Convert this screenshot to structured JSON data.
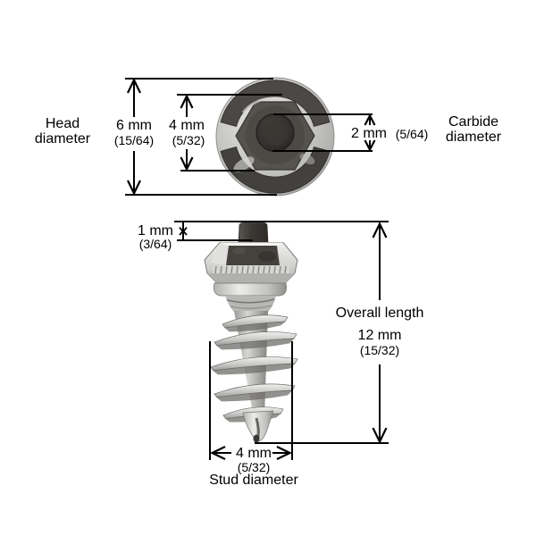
{
  "page": {
    "background": "#ffffff",
    "line_color": "#000000",
    "metal_color": "#c6c6c4",
    "carbide_color": "#35322f"
  },
  "diagram": {
    "dims": {
      "head_diameter": {
        "label": "Head diameter",
        "value": "6 mm",
        "fraction": "(15/64)"
      },
      "head_top_width": {
        "value": "4 mm",
        "fraction": "(5/32)"
      },
      "carbide_diameter": {
        "label": "Carbide diameter",
        "value": "2 mm",
        "fraction": "(5/64)"
      },
      "pin_protrusion": {
        "value": "1 mm",
        "fraction": "(3/64)"
      },
      "overall_length": {
        "label": "Overall length",
        "value": "12 mm",
        "fraction": "(15/32)"
      },
      "stud_diameter": {
        "label": "Stud diameter",
        "value": "4 mm",
        "fraction": "(5/32)"
      }
    }
  }
}
